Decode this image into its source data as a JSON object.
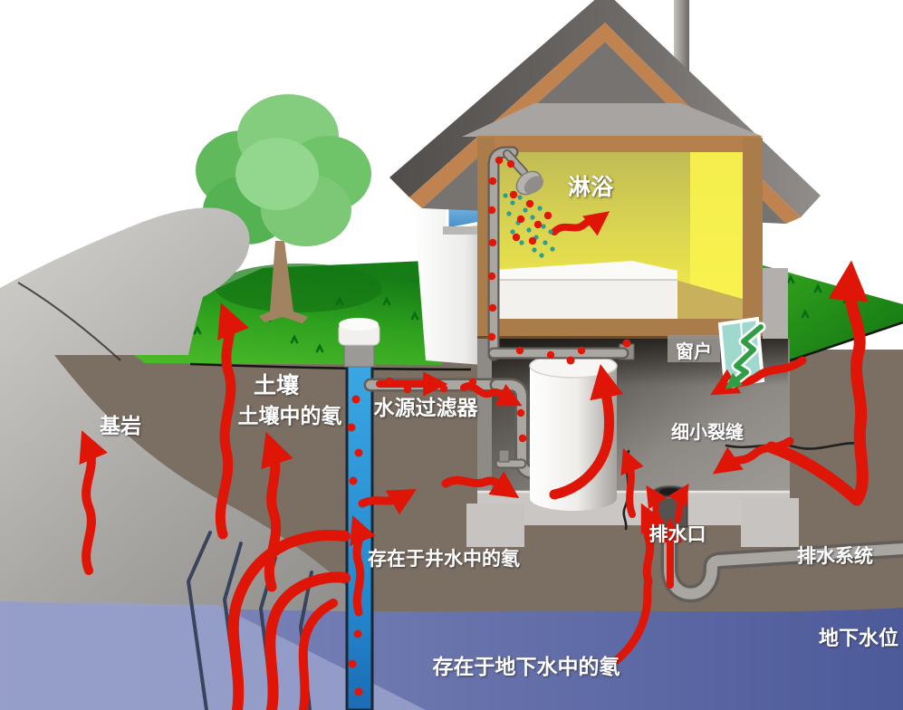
{
  "diagram": {
    "labels": {
      "bedrock": "基岩",
      "soil": "土壤",
      "soil_radon": "土壤中的氡",
      "water_filter": "水源过滤器",
      "shower": "淋浴",
      "window": "窗户",
      "small_cracks": "细小裂缝",
      "drain": "排水口",
      "drain_system": "排水系统",
      "well_water_radon": "存在于井水中的氡",
      "groundwater_radon": "存在于地下水中的氡",
      "water_table": "地下水位"
    },
    "colors": {
      "radon_arrow": "#df1507",
      "grass": "#3aa822",
      "soil": "#7b6e63",
      "bedrock": "#a9a7a4",
      "groundwater": "#5d69a5",
      "well_water": "#2f9ede",
      "roof": "#57534f",
      "trim": "#c0834f",
      "bathroom_wall": "#efe94b",
      "shower_droplet": "#2f9d8f",
      "window_arrow": "#2f9e45"
    }
  }
}
